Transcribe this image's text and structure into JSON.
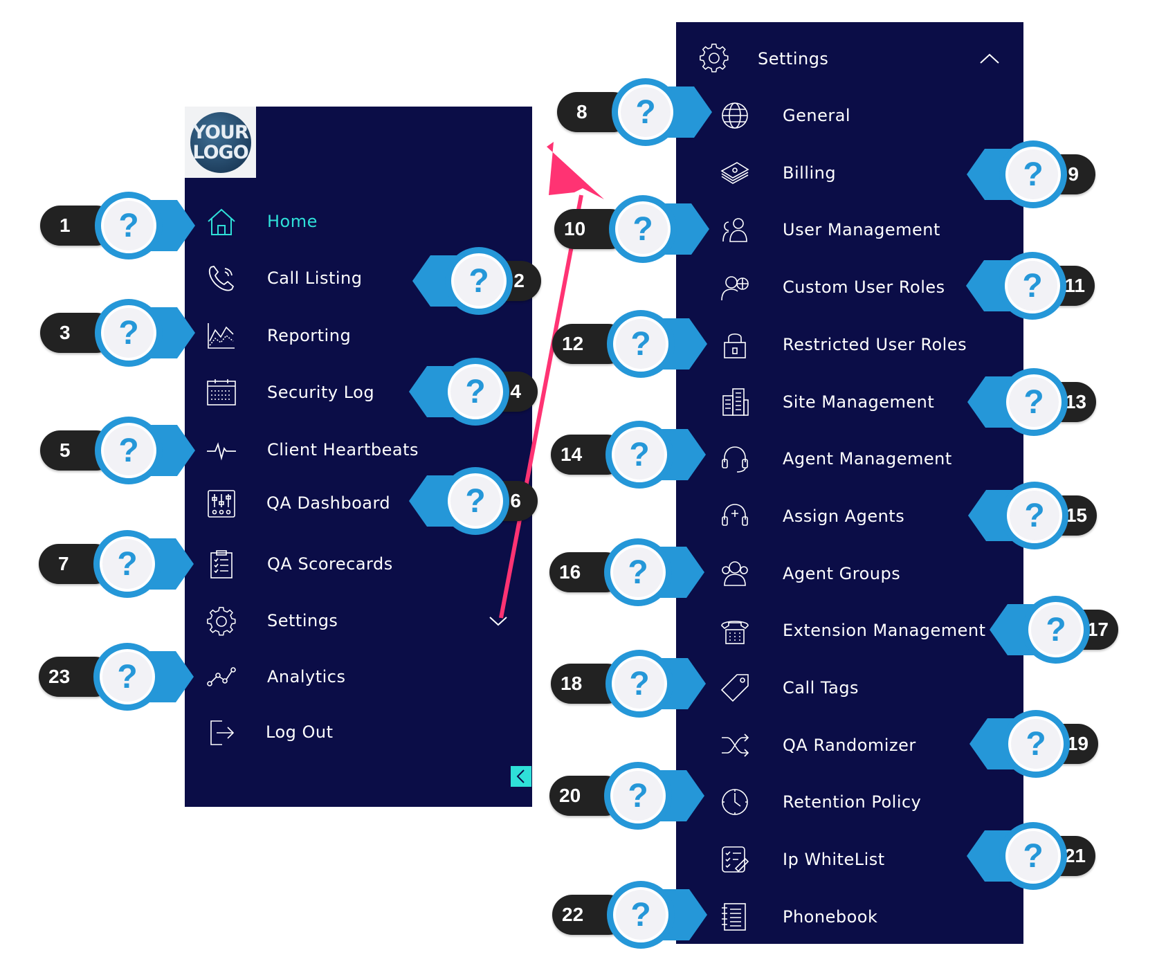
{
  "logo": {
    "line1": "YOUR",
    "line2": "LOGO"
  },
  "left_menu": [
    {
      "id": "home",
      "label": "Home",
      "icon": "home-icon",
      "active": true
    },
    {
      "id": "call-listing",
      "label": "Call Listing",
      "icon": "phone-icon"
    },
    {
      "id": "reporting",
      "label": "Reporting",
      "icon": "chart-icon"
    },
    {
      "id": "security-log",
      "label": "Security Log",
      "icon": "calendar-icon"
    },
    {
      "id": "client-heartbeats",
      "label": "Client Heartbeats",
      "icon": "heartbeat-icon"
    },
    {
      "id": "qa-dashboard",
      "label": "QA Dashboard",
      "icon": "sliders-icon"
    },
    {
      "id": "qa-scorecards",
      "label": "QA Scorecards",
      "icon": "clipboard-icon"
    },
    {
      "id": "settings",
      "label": "Settings",
      "icon": "gear-icon"
    },
    {
      "id": "analytics",
      "label": "Analytics",
      "icon": "analytics-icon"
    },
    {
      "id": "log-out",
      "label": "Log Out",
      "icon": "logout-icon"
    }
  ],
  "settings_menu": {
    "header": {
      "label": "Settings",
      "icon": "gear-icon"
    },
    "items": [
      {
        "id": "general",
        "label": "General",
        "icon": "globe-icon"
      },
      {
        "id": "billing",
        "label": "Billing",
        "icon": "money-icon"
      },
      {
        "id": "user-management",
        "label": "User Management",
        "icon": "users-icon"
      },
      {
        "id": "custom-user-roles",
        "label": "Custom User Roles",
        "icon": "user-globe-icon"
      },
      {
        "id": "restricted-user-roles",
        "label": "Restricted User Roles",
        "icon": "lock-icon"
      },
      {
        "id": "site-management",
        "label": "Site Management",
        "icon": "building-icon"
      },
      {
        "id": "agent-management",
        "label": "Agent Management",
        "icon": "headset-icon"
      },
      {
        "id": "assign-agents",
        "label": "Assign Agents",
        "icon": "headset-plus-icon"
      },
      {
        "id": "agent-groups",
        "label": "Agent Groups",
        "icon": "group-icon"
      },
      {
        "id": "extension-management",
        "label": "Extension Management",
        "icon": "desk-phone-icon"
      },
      {
        "id": "call-tags",
        "label": "Call Tags",
        "icon": "tag-icon"
      },
      {
        "id": "qa-randomizer",
        "label": "QA Randomizer",
        "icon": "shuffle-icon"
      },
      {
        "id": "retention-policy",
        "label": "Retention Policy",
        "icon": "clock-icon"
      },
      {
        "id": "ip-whitelist",
        "label": "Ip WhiteList",
        "icon": "checklist-icon"
      },
      {
        "id": "phonebook",
        "label": "Phonebook",
        "icon": "book-icon"
      }
    ]
  },
  "callouts": [
    {
      "number": "1",
      "symbol": "?",
      "target": "Home"
    },
    {
      "number": "2",
      "symbol": "?",
      "target": "Call Listing"
    },
    {
      "number": "3",
      "symbol": "?",
      "target": "Reporting"
    },
    {
      "number": "4",
      "symbol": "?",
      "target": "Security Log"
    },
    {
      "number": "5",
      "symbol": "?",
      "target": "Client Heartbeats"
    },
    {
      "number": "6",
      "symbol": "?",
      "target": "QA Dashboard"
    },
    {
      "number": "7",
      "symbol": "?",
      "target": "QA Scorecards"
    },
    {
      "number": "8",
      "symbol": "?",
      "target": "General"
    },
    {
      "number": "9",
      "symbol": "?",
      "target": "Billing"
    },
    {
      "number": "10",
      "symbol": "?",
      "target": "User Management"
    },
    {
      "number": "11",
      "symbol": "?",
      "target": "Custom User Roles"
    },
    {
      "number": "12",
      "symbol": "?",
      "target": "Restricted User Roles"
    },
    {
      "number": "13",
      "symbol": "?",
      "target": "Site Management"
    },
    {
      "number": "14",
      "symbol": "?",
      "target": "Agent Management"
    },
    {
      "number": "15",
      "symbol": "?",
      "target": "Assign Agents"
    },
    {
      "number": "16",
      "symbol": "?",
      "target": "Agent Groups"
    },
    {
      "number": "17",
      "symbol": "?",
      "target": "Extension Management"
    },
    {
      "number": "18",
      "symbol": "?",
      "target": "Call Tags"
    },
    {
      "number": "19",
      "symbol": "?",
      "target": "QA Randomizer"
    },
    {
      "number": "20",
      "symbol": "?",
      "target": "Retention Policy"
    },
    {
      "number": "21",
      "symbol": "?",
      "target": "Ip WhiteList"
    },
    {
      "number": "22",
      "symbol": "?",
      "target": "Phonebook"
    },
    {
      "number": "23",
      "symbol": "?",
      "target": "Analytics"
    }
  ],
  "colors": {
    "panel": "#0b0d47",
    "active_text": "#2fe0d8",
    "callout_blue": "#2597d8",
    "arrow": "#ff3373",
    "pill": "#222222"
  }
}
